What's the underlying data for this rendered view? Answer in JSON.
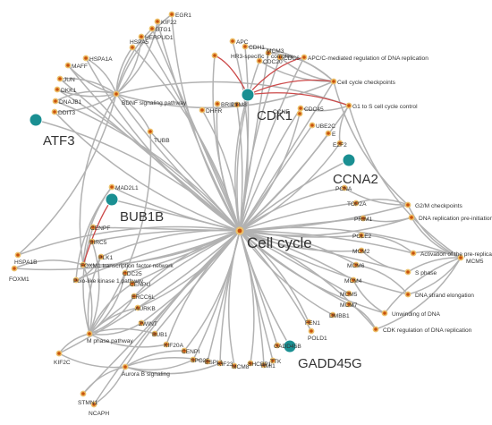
{
  "center": {
    "label": "Cell cycle"
  },
  "hubs": [
    {
      "id": "ATF3",
      "label": "ATF3"
    },
    {
      "id": "CDK1",
      "label": "CDK1"
    },
    {
      "id": "MCM10",
      "label": ""
    },
    {
      "id": "CCNA2",
      "label": "CCNA2"
    },
    {
      "id": "BUB1B",
      "label": "BUB1B"
    },
    {
      "id": "GADD45G",
      "label": "GADD45G"
    }
  ],
  "nodes": [
    {
      "id": "EGR1",
      "label": "EGR1"
    },
    {
      "id": "KIF22",
      "label": "KIF22"
    },
    {
      "id": "BTG1",
      "label": "BTG1"
    },
    {
      "id": "HERPUD1",
      "label": "HERPUD1"
    },
    {
      "id": "HSPA5",
      "label": "HSPA5"
    },
    {
      "id": "HSPA1A",
      "label": "HSPA1A"
    },
    {
      "id": "MAFF",
      "label": "MAFF"
    },
    {
      "id": "JUN",
      "label": "JUN"
    },
    {
      "id": "DKK1",
      "label": "DKK1"
    },
    {
      "id": "DNAJB1",
      "label": "DNAJB1"
    },
    {
      "id": "DDIT3",
      "label": "DDIT3"
    },
    {
      "id": "BDNF",
      "label": "BDNF signaling pathway"
    },
    {
      "id": "TUBB",
      "label": "TUBB"
    },
    {
      "id": "CDH1",
      "label": "CDH1"
    },
    {
      "id": "APC",
      "label": "APC"
    },
    {
      "id": "CDC20",
      "label": "CDC20"
    },
    {
      "id": "CDC6",
      "label": "CDC6"
    },
    {
      "id": "MCM3",
      "label": "MCM3"
    },
    {
      "id": "LYM",
      "label": "LYM8"
    },
    {
      "id": "DHFR",
      "label": "DHFR"
    },
    {
      "id": "BRIP1",
      "label": "BRIP1"
    },
    {
      "id": "CDC45",
      "label": "CDC45"
    },
    {
      "id": "UBE2C",
      "label": "UBE2C"
    },
    {
      "id": "E2F",
      "label": "E"
    },
    {
      "id": "E2F2",
      "label": "E2F2"
    },
    {
      "id": "TNRC",
      "label": "HR3-specific T complex"
    },
    {
      "id": "APCDR",
      "label": "APC/C-mediated regulation of DNA replication"
    },
    {
      "id": "CCK",
      "label": "Cell cycle checkpoints"
    },
    {
      "id": "G1S",
      "label": "G1 to S cell cycle control"
    },
    {
      "id": "CCNE",
      "label": "CCNE"
    },
    {
      "id": "PCNA",
      "label": "PCNA"
    },
    {
      "id": "TOP2A",
      "label": "TOP2A"
    },
    {
      "id": "PRIM1",
      "label": "PRIM1"
    },
    {
      "id": "POLE2",
      "label": "POLE2"
    },
    {
      "id": "MCM2",
      "label": "MCM2"
    },
    {
      "id": "MCM6",
      "label": "MCM6"
    },
    {
      "id": "MCM4",
      "label": "MCM4"
    },
    {
      "id": "MCM5",
      "label": "MCM5"
    },
    {
      "id": "MCM7",
      "label": "MCM7"
    },
    {
      "id": "DMBB1",
      "label": "DMBB1"
    },
    {
      "id": "FEN1",
      "label": "FEN1"
    },
    {
      "id": "POLD1",
      "label": "POLD1"
    },
    {
      "id": "GADD45B",
      "label": "GADD45B"
    },
    {
      "id": "G2M",
      "label": "G2/M checkpoints"
    },
    {
      "id": "DNArep",
      "label": "DNA replication pre-initiation"
    },
    {
      "id": "MCM5b",
      "label": "MCM5"
    },
    {
      "id": "Activation",
      "label": "Activation of the pre-replicative complex"
    },
    {
      "id": "Sphase",
      "label": "S phase"
    },
    {
      "id": "DNAstrand",
      "label": "DNA strand elongation"
    },
    {
      "id": "Unwinding",
      "label": "Unwinding of DNA"
    },
    {
      "id": "CDKreg",
      "label": "CDK regulation of DNA replication"
    },
    {
      "id": "MAD2L1",
      "label": "MAD2L1"
    },
    {
      "id": "CENPF",
      "label": "CENPF"
    },
    {
      "id": "BIRC5",
      "label": "BIRC5"
    },
    {
      "id": "PLK1",
      "label": "PLK1"
    },
    {
      "id": "FOXM1tf",
      "label": "FOXM1 transcription factor network"
    },
    {
      "id": "CDC25",
      "label": "CDC25"
    },
    {
      "id": "CENPU",
      "label": "CENPU"
    },
    {
      "id": "PLKpath",
      "label": "Polo-like kinase 1 pathway"
    },
    {
      "id": "ERCC6L",
      "label": "ERCC6L"
    },
    {
      "id": "AURKB",
      "label": "AURKB"
    },
    {
      "id": "ZWINT",
      "label": "ZWINT"
    },
    {
      "id": "BUB1",
      "label": "BUB1"
    },
    {
      "id": "Mphase",
      "label": "M phase pathway"
    },
    {
      "id": "KIF20A",
      "label": "KIF20A"
    },
    {
      "id": "CENPI",
      "label": "CENPI"
    },
    {
      "id": "SPC25",
      "label": "SPC25"
    },
    {
      "id": "ESPL1",
      "label": "ESPL1"
    },
    {
      "id": "KIF23",
      "label": "KIF23"
    },
    {
      "id": "MCM8",
      "label": "MCM8"
    },
    {
      "id": "SHCBP1",
      "label": "SHCBP1"
    },
    {
      "id": "RMI",
      "label": "RMI1"
    },
    {
      "id": "TTK",
      "label": "TTK"
    },
    {
      "id": "AuroraB",
      "label": "Aurora B signaling"
    },
    {
      "id": "HSPA1B",
      "label": "HSPA1B"
    },
    {
      "id": "FOXM1",
      "label": "FOXM1"
    },
    {
      "id": "KIF2C",
      "label": "KIF2C"
    },
    {
      "id": "STMN1",
      "label": "STMN1"
    },
    {
      "id": "NCAPH",
      "label": "NCAPH"
    }
  ]
}
